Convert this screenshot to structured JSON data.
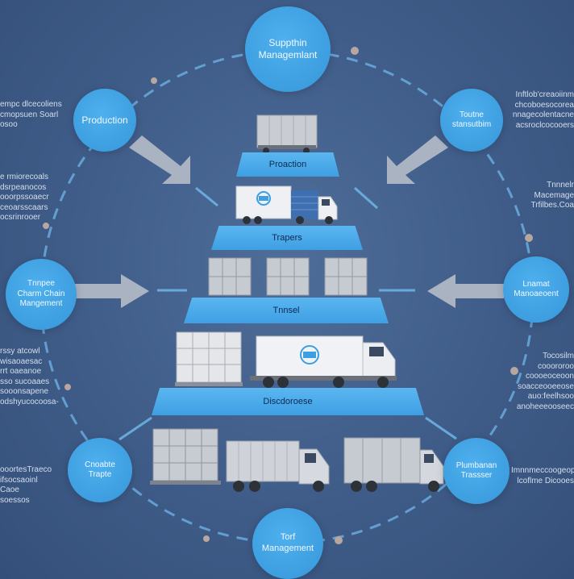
{
  "nodes": {
    "top": "Suppthin\nManagemlant",
    "upper_left": "Production",
    "upper_right": "Toutne\nstansutbim",
    "mid_left": "Tnnpee\nCharm Chain\nMangement",
    "mid_right": "Lnamat\nManoaeoent",
    "lower_left": "Cnoabte\nTrapte",
    "lower_right": "Plumbanan\nTrassser",
    "bottom": "Torf\nManagement"
  },
  "tiers": {
    "t1": "Proaction",
    "t2": "Trapers",
    "t3": "Tnnsel",
    "t4": "Discdoroese"
  },
  "side_text": {
    "left_1": "empc dlcecoliens\ncmopsuen Soarl\nosoo",
    "left_2": "e rmiorecoals\ndsrpeanocos\nooorpssoaecr\nceoarsscaars\nocsrinrooer",
    "left_3": "rssy atcowl\nwisaoaesac\nrrt oaeanoe\nsso sucoaaes\nsooonsapene\nodshyucocoosa-",
    "left_4": "ooortesTraeco\nifsocsaoinl Caoe\nsoessos",
    "right_1": "Inftlob'creaoiinm\nchcoboesocorea\nnnagecolentacne\nacsroclcocooers",
    "right_2": "Tnnnelr\nMacemage\nTrfilbes.Coa",
    "right_3": "Tocosilm\ncooororoo\ncoooeoceoon\nsoacceooeeose\nauo:feelhsoo\nanoheeeooseec",
    "right_4": "Imnnmeccoogeopr\nlcoflme Dicooes"
  },
  "colors": {
    "background": "#3f5c88",
    "node_fill": "#3d9ee0",
    "tier_fill": "#4aa9ea",
    "arrow": "#a9b3c2",
    "truck_body": "#e6e8ec",
    "cab": "#d9dde2"
  },
  "icons": [
    "box-truck-icon",
    "semi-truck-icon",
    "pallet-icon",
    "container-icon"
  ]
}
